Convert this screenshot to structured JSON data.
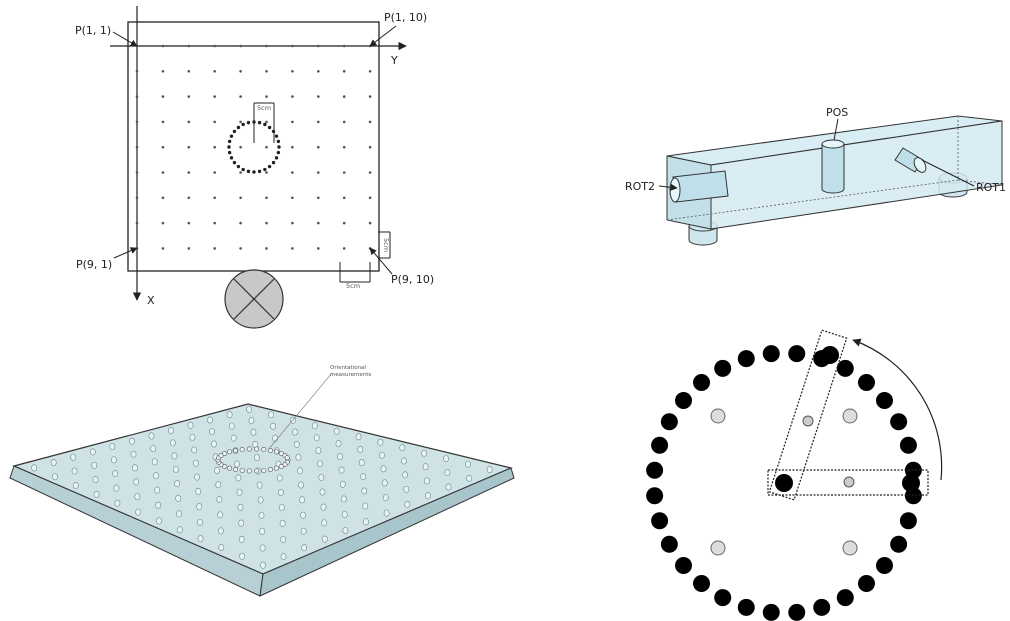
{
  "grid_diagram": {
    "label_p11": "P(1, 1)",
    "label_p110": "P(1, 10)",
    "label_p91": "P(9, 1)",
    "label_p910": "P(9, 10)",
    "axis_y": "Y",
    "axis_x": "X",
    "dim_center": "5cm",
    "dim_side": "5cm",
    "dim_bottom": "5cm"
  },
  "sensor_bar": {
    "label_pos": "POS",
    "label_rot1": "ROT1",
    "label_rot2": "ROT2"
  },
  "plate_3d": {
    "annotation_line1": "Orientational",
    "annotation_line2": "measurements"
  },
  "colors": {
    "plate_fill": "#cfe2e6",
    "bar_fill": "#cfe6ee",
    "dot_filled": "#000000",
    "dot_open": "#dddddd",
    "roller_fill": "#c8c8c8"
  }
}
